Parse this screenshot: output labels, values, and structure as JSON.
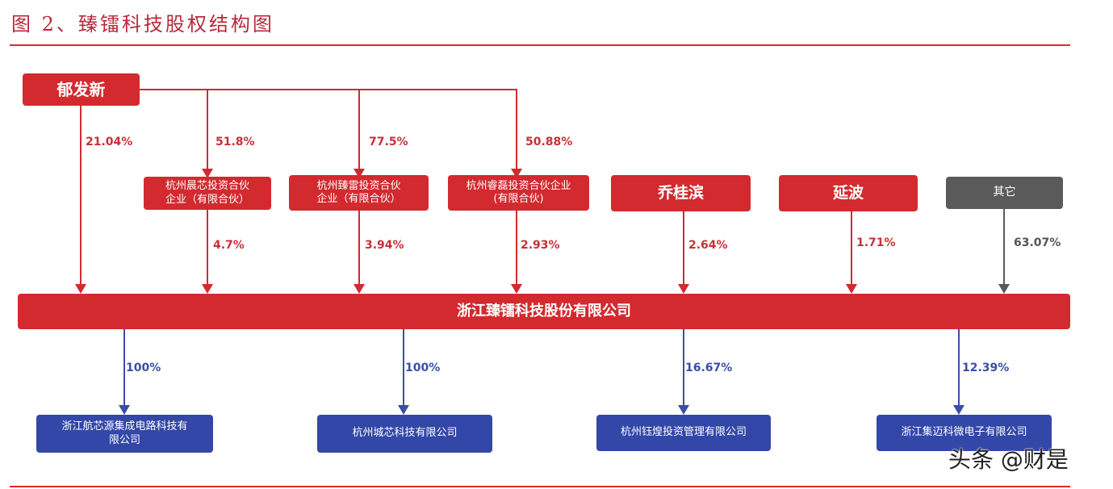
{
  "title": "图 2、臻镭科技股权结构图",
  "colors": {
    "red": "#d22a2f",
    "gray": "#5a5a5a",
    "blue": "#3347a8",
    "title": "#b8293a"
  },
  "top_shareholder": {
    "name": "郁发新",
    "direct_pct": "21.04%"
  },
  "partnerships": [
    {
      "name_line1": "杭州晨芯投资合伙",
      "name_line2": "企业（有限合伙）",
      "owned_by_pct": "51.8%",
      "stake_pct": "4.7%"
    },
    {
      "name_line1": "杭州臻雷投资合伙",
      "name_line2": "企业（有限合伙）",
      "owned_by_pct": "77.5%",
      "stake_pct": "3.94%"
    },
    {
      "name_line1": "杭州睿磊投资合伙企业",
      "name_line2": "(有限合伙)",
      "owned_by_pct": "50.88%",
      "stake_pct": "2.93%"
    }
  ],
  "individuals": [
    {
      "name": "乔桂滨",
      "stake_pct": "2.64%"
    },
    {
      "name": "延波",
      "stake_pct": "1.71%"
    }
  ],
  "others": {
    "name": "其它",
    "stake_pct": "63.07%"
  },
  "company": {
    "name": "浙江臻镭科技股份有限公司"
  },
  "subsidiaries": [
    {
      "name_line1": "浙江航芯源集成电路科技有",
      "name_line2": "限公司",
      "pct": "100%"
    },
    {
      "name_line1": "杭州城芯科技有限公司",
      "name_line2": "",
      "pct": "100%"
    },
    {
      "name_line1": "杭州钰煌投资管理有限公司",
      "name_line2": "",
      "pct": "16.67%"
    },
    {
      "name_line1": "浙江集迈科微电子有限公司",
      "name_line2": "",
      "pct": "12.39%"
    }
  ],
  "watermark": "头条 @财是"
}
